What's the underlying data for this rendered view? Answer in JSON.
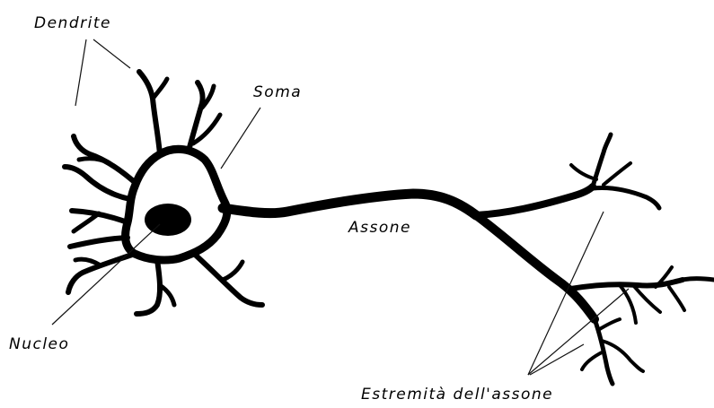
{
  "labels": {
    "dendrite": "Dendrite",
    "soma": "Soma",
    "axon": "Assone",
    "nucleus": "Nucleo",
    "axon_terminals": "Estremità dell'assone"
  }
}
